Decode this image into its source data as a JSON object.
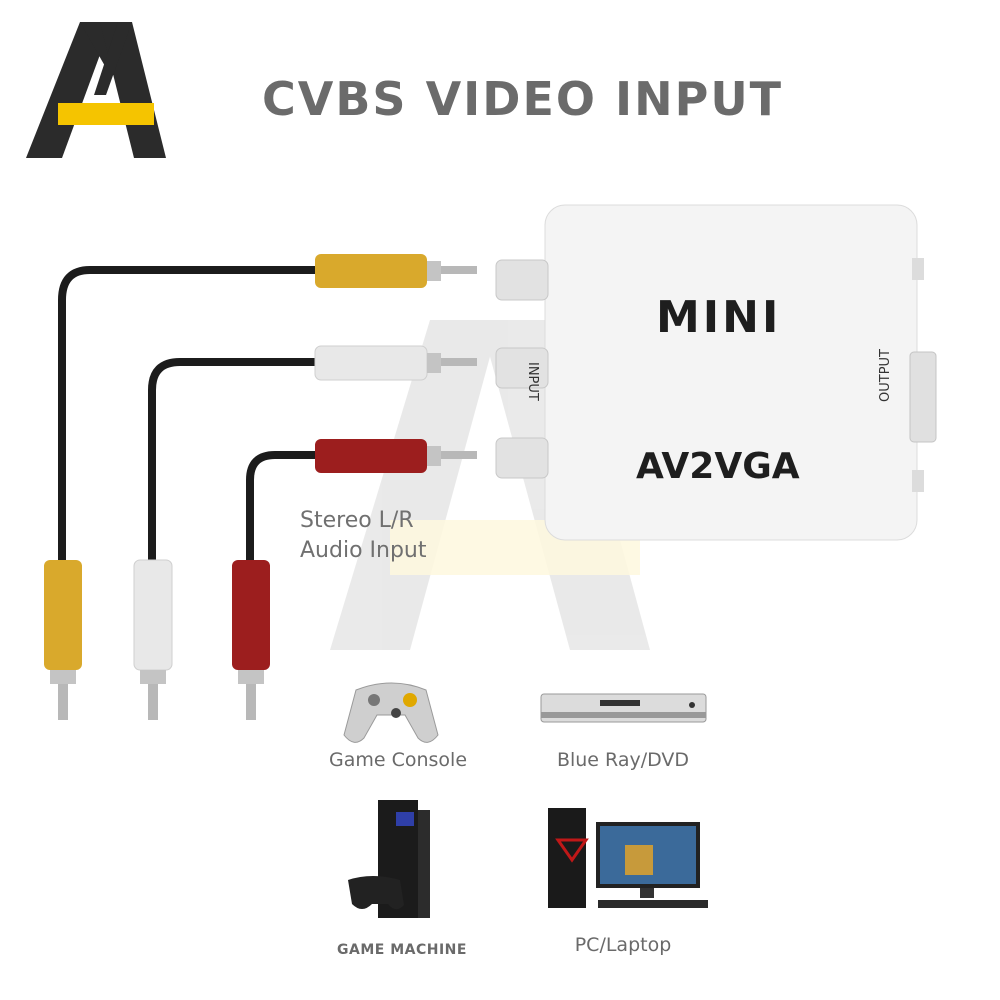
{
  "heading": "CVBS VIDEO INPUT",
  "adapter": {
    "brand_text": "MINI",
    "model_text": "AV2VGA",
    "input_label": "INPUT",
    "output_label": "OUTPUT"
  },
  "audio_label": [
    "Stereo L/R",
    "Audio Input"
  ],
  "devices": [
    {
      "icon": "game-console-icon",
      "label": "Game Console"
    },
    {
      "icon": "dvd-player-icon",
      "label": "Blue Ray/DVD"
    },
    {
      "icon": "game-machine-icon",
      "label": "GAME MACHINE"
    },
    {
      "icon": "pc-laptop-icon",
      "label": "PC/Laptop"
    }
  ],
  "colors": {
    "logo_dark": "#2b2b2b",
    "logo_accent": "#f5c400",
    "video_plug": "#d9a92c",
    "white_plug": "#e8e8e8",
    "red_plug": "#9c1e1e",
    "cable": "#1c1c1c"
  }
}
